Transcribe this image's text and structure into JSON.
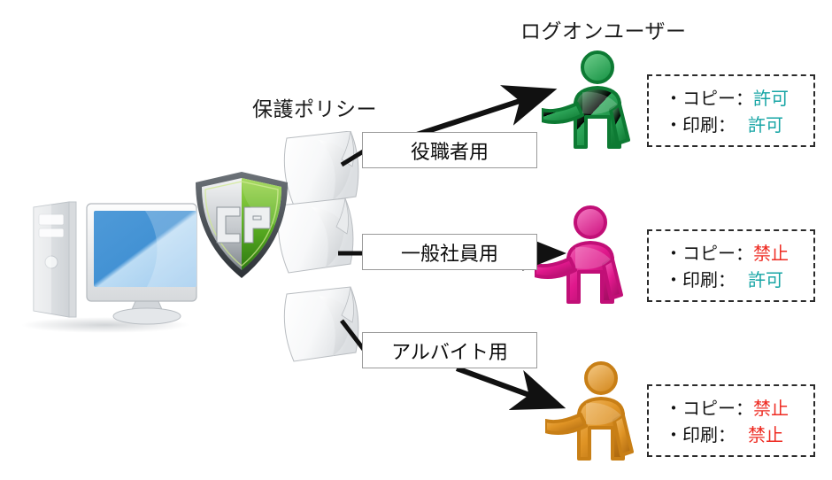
{
  "diagram": {
    "titles": {
      "logon_users": "ログオンユーザー",
      "protection_policy": "保護ポリシー"
    },
    "shield": {
      "name": "cp-shield-logo",
      "text": "CP",
      "color_left": "#6e7276",
      "color_right": "#4fa81e"
    },
    "source": {
      "name": "desktop-computer",
      "screen_color": "#3b8fd4"
    },
    "policies": [
      {
        "label": "役職者用",
        "icon": "document-page-icon"
      },
      {
        "label": "一般社員用",
        "icon": "document-page-icon"
      },
      {
        "label": "アルバイト用",
        "icon": "document-page-icon"
      }
    ],
    "users": [
      {
        "icon": "person-icon",
        "color": "#1e9442",
        "permissions": [
          {
            "label": "・コピー：",
            "value": "許可",
            "state": "allow"
          },
          {
            "label": "・印刷：",
            "value": "許可",
            "state": "allow"
          }
        ]
      },
      {
        "icon": "person-icon",
        "color": "#e0188c",
        "permissions": [
          {
            "label": "・コピー：",
            "value": "禁止",
            "state": "deny"
          },
          {
            "label": "・印刷：",
            "value": "許可",
            "state": "allow"
          }
        ]
      },
      {
        "icon": "person-icon",
        "color": "#e08b22",
        "permissions": [
          {
            "label": "・コピー：",
            "value": "禁止",
            "state": "deny"
          },
          {
            "label": "・印刷：",
            "value": "禁止",
            "state": "deny"
          }
        ]
      }
    ],
    "colors": {
      "allow": "#17a5a5",
      "deny": "#ee2b22",
      "box_border": "#9a9a9a",
      "dashed_border": "#2b2b2b",
      "arrow": "#111111"
    }
  }
}
